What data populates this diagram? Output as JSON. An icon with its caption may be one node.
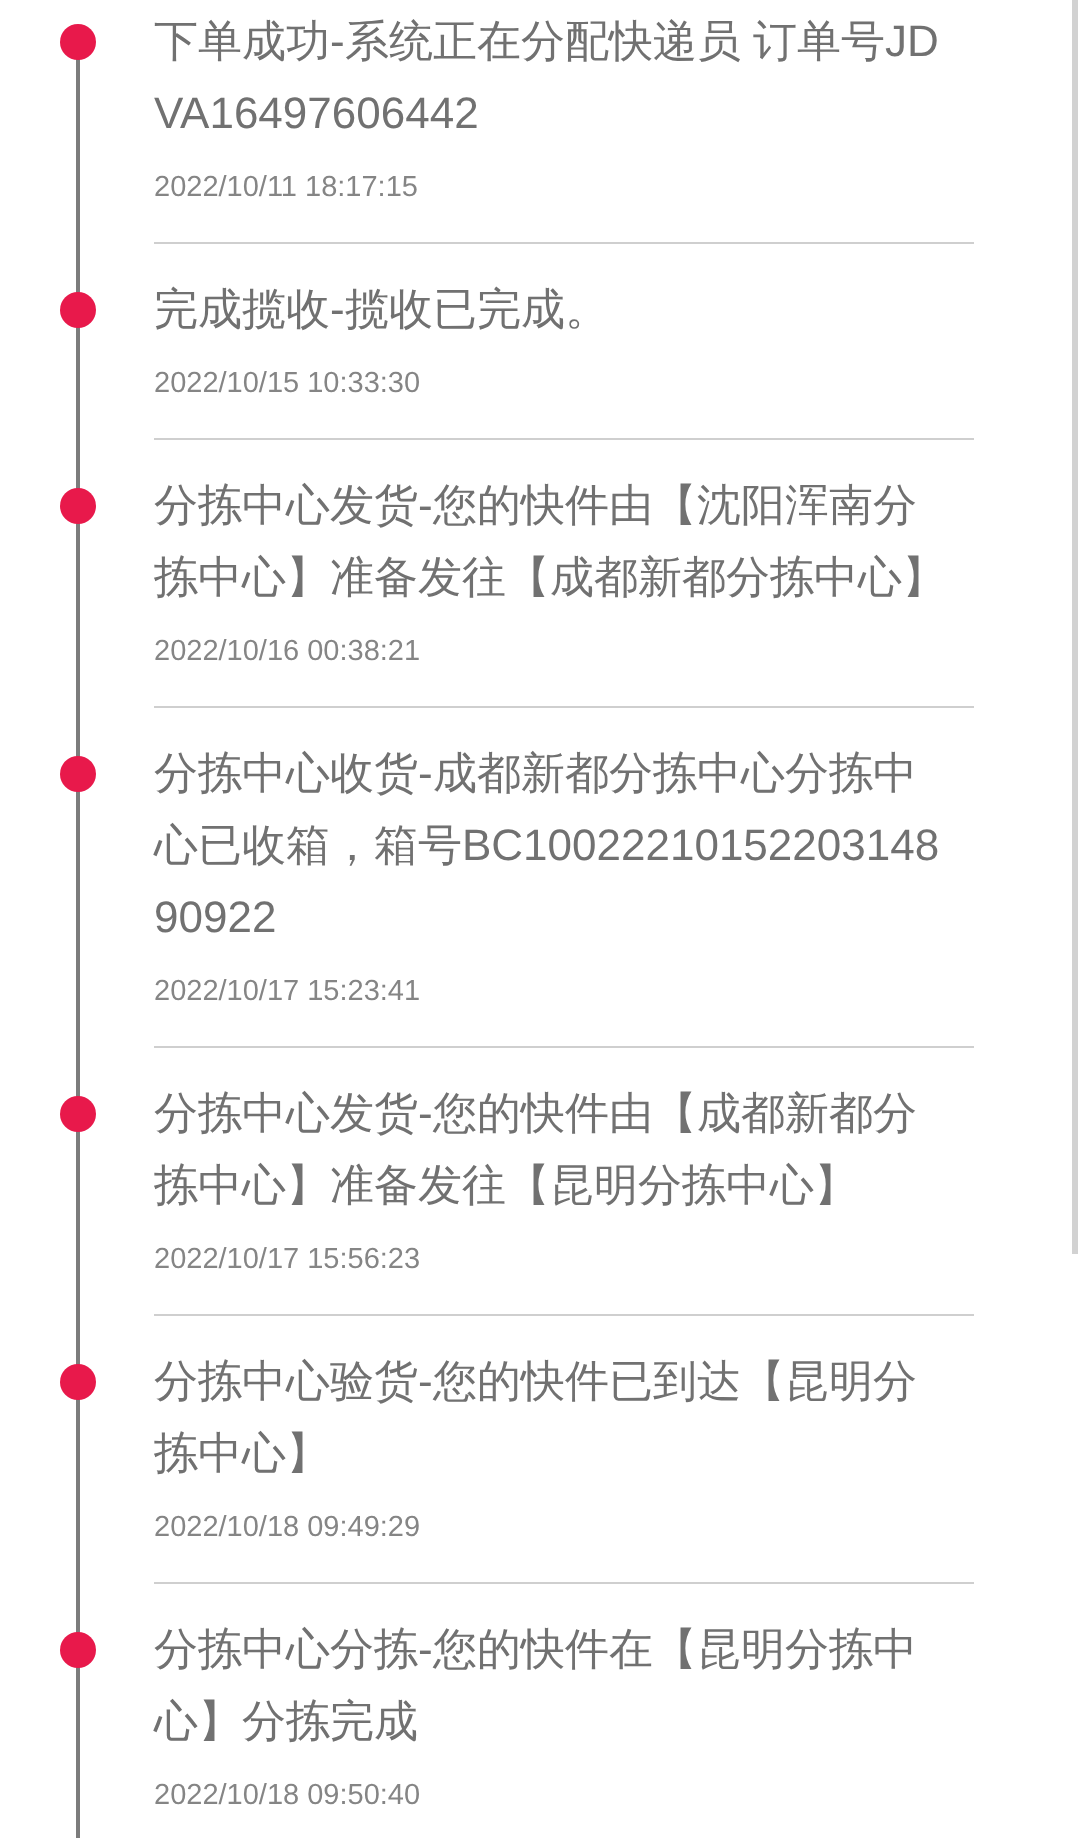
{
  "diagram": {
    "labels": [
      "下单成功-系统正在分配快递员 订单号JDVA16497606442",
      "2022/10/11 18:17:15",
      "完成揽收-揽收已完成。",
      "2022/10/15 10:33:30",
      "分拣中心发货-您的快件由【沈阳浑南分拣中心】准备发往【成都新都分拣中心】",
      "2022/10/16 00:38:21",
      "分拣中心收货-成都新都分拣中心分拣中心已收箱，箱号BC1002221015220314890922",
      "2022/10/17 15:23:41",
      "分拣中心发货-您的快件由【成都新都分拣中心】准备发往【昆明分拣中心】",
      "2022/10/17 15:56:23",
      "分拣中心验货-您的快件已到达【昆明分拣中心】",
      "2022/10/18 09:49:29",
      "分拣中心分拣-您的快件在【昆明分拣中心】分拣完成",
      "2022/10/18 09:50:40"
    ]
  }
}
